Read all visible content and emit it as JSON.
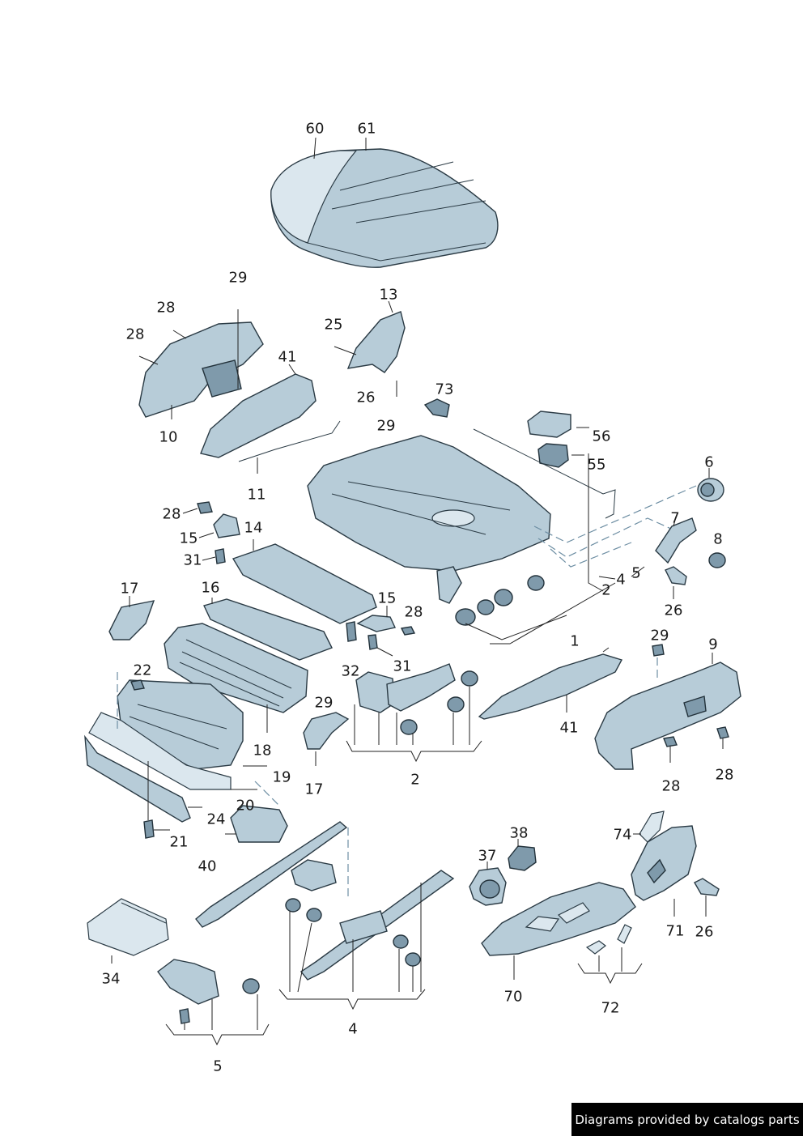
{
  "diagram": {
    "labels": [
      {
        "id": "l60",
        "text": "60"
      },
      {
        "id": "l61",
        "text": "61"
      },
      {
        "id": "l29a",
        "text": "29"
      },
      {
        "id": "l13",
        "text": "13"
      },
      {
        "id": "l28a",
        "text": "28"
      },
      {
        "id": "l28b",
        "text": "28"
      },
      {
        "id": "l25",
        "text": "25"
      },
      {
        "id": "l41a",
        "text": "41"
      },
      {
        "id": "l26a",
        "text": "26"
      },
      {
        "id": "l73",
        "text": "73"
      },
      {
        "id": "l10",
        "text": "10"
      },
      {
        "id": "l29b",
        "text": "29"
      },
      {
        "id": "l56",
        "text": "56"
      },
      {
        "id": "l55",
        "text": "55"
      },
      {
        "id": "l11",
        "text": "11"
      },
      {
        "id": "l6",
        "text": "6"
      },
      {
        "id": "l28c",
        "text": "28"
      },
      {
        "id": "l7",
        "text": "7"
      },
      {
        "id": "l14",
        "text": "14"
      },
      {
        "id": "l15a",
        "text": "15"
      },
      {
        "id": "l8",
        "text": "8"
      },
      {
        "id": "l31a",
        "text": "31"
      },
      {
        "id": "l4a",
        "text": "4"
      },
      {
        "id": "l5a",
        "text": "5"
      },
      {
        "id": "l2a",
        "text": "2"
      },
      {
        "id": "l17a",
        "text": "17"
      },
      {
        "id": "l16",
        "text": "16"
      },
      {
        "id": "l26b",
        "text": "26"
      },
      {
        "id": "l15b",
        "text": "15"
      },
      {
        "id": "l28d",
        "text": "28"
      },
      {
        "id": "l1",
        "text": "1"
      },
      {
        "id": "l29c",
        "text": "29"
      },
      {
        "id": "l9",
        "text": "9"
      },
      {
        "id": "l22",
        "text": "22"
      },
      {
        "id": "l31b",
        "text": "31"
      },
      {
        "id": "l32",
        "text": "32"
      },
      {
        "id": "l29d",
        "text": "29"
      },
      {
        "id": "l41b",
        "text": "41"
      },
      {
        "id": "l18",
        "text": "18"
      },
      {
        "id": "l28e",
        "text": "28"
      },
      {
        "id": "l28f",
        "text": "28"
      },
      {
        "id": "l17b",
        "text": "17"
      },
      {
        "id": "l2b",
        "text": "2"
      },
      {
        "id": "l19",
        "text": "19"
      },
      {
        "id": "l20",
        "text": "20"
      },
      {
        "id": "l24",
        "text": "24"
      },
      {
        "id": "l38",
        "text": "38"
      },
      {
        "id": "l74",
        "text": "74"
      },
      {
        "id": "l21",
        "text": "21"
      },
      {
        "id": "l37",
        "text": "37"
      },
      {
        "id": "l40",
        "text": "40"
      },
      {
        "id": "l71",
        "text": "71"
      },
      {
        "id": "l26c",
        "text": "26"
      },
      {
        "id": "l34",
        "text": "34"
      },
      {
        "id": "l70",
        "text": "70"
      },
      {
        "id": "l72",
        "text": "72"
      },
      {
        "id": "l4b",
        "text": "4"
      },
      {
        "id": "l5b",
        "text": "5"
      }
    ]
  },
  "footer": {
    "credit": "Diagrams provided by catalogs parts"
  }
}
